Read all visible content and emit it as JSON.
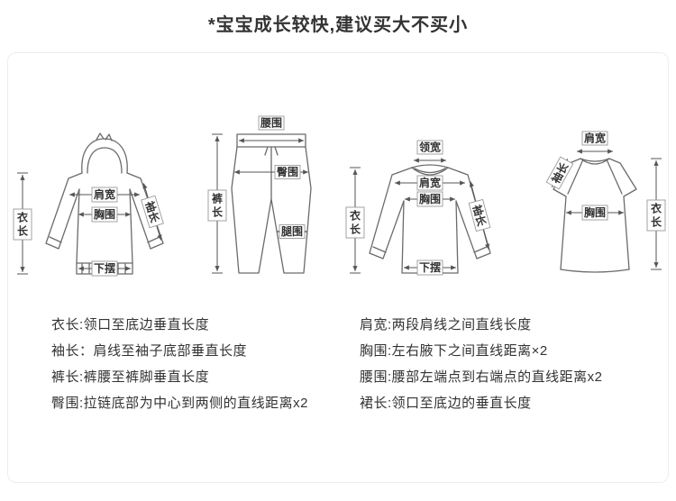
{
  "title": "*宝宝成长较快,建议买大不买小",
  "hoodie": {
    "garment_length": "衣长",
    "shoulder": "肩宽",
    "chest": "胸围",
    "sleeve": "袖长",
    "hem": "下摆"
  },
  "pants": {
    "waist": "腰围",
    "hip": "臀围",
    "length": "裤长",
    "thigh": "腿围"
  },
  "shirt": {
    "collar": "领宽",
    "shoulder": "肩宽",
    "chest": "胸围",
    "sleeve": "袖长",
    "length": "衣长",
    "hem": "下摆"
  },
  "dress": {
    "shoulder": "肩宽",
    "sleeve": "袖长",
    "chest": "胸围",
    "length": "衣长"
  },
  "definitions": {
    "left": [
      "衣长:领口至底边垂直长度",
      "袖长：肩线至袖子底部垂直长度",
      "裤长:裤腰至裤脚垂直长度",
      "臀围:拉链底部为中心到两侧的直线距离x2"
    ],
    "right": [
      "肩宽:两段肩线之间直线长度",
      "胸围:左右腋下之间直线距离×2",
      "腰围:腰部左端点到右端点的直线距离x2",
      "裙长:领口至底边的垂直长度"
    ]
  },
  "colors": {
    "outline": "#6b6b6b",
    "measure": "#555555",
    "text": "#333333"
  }
}
